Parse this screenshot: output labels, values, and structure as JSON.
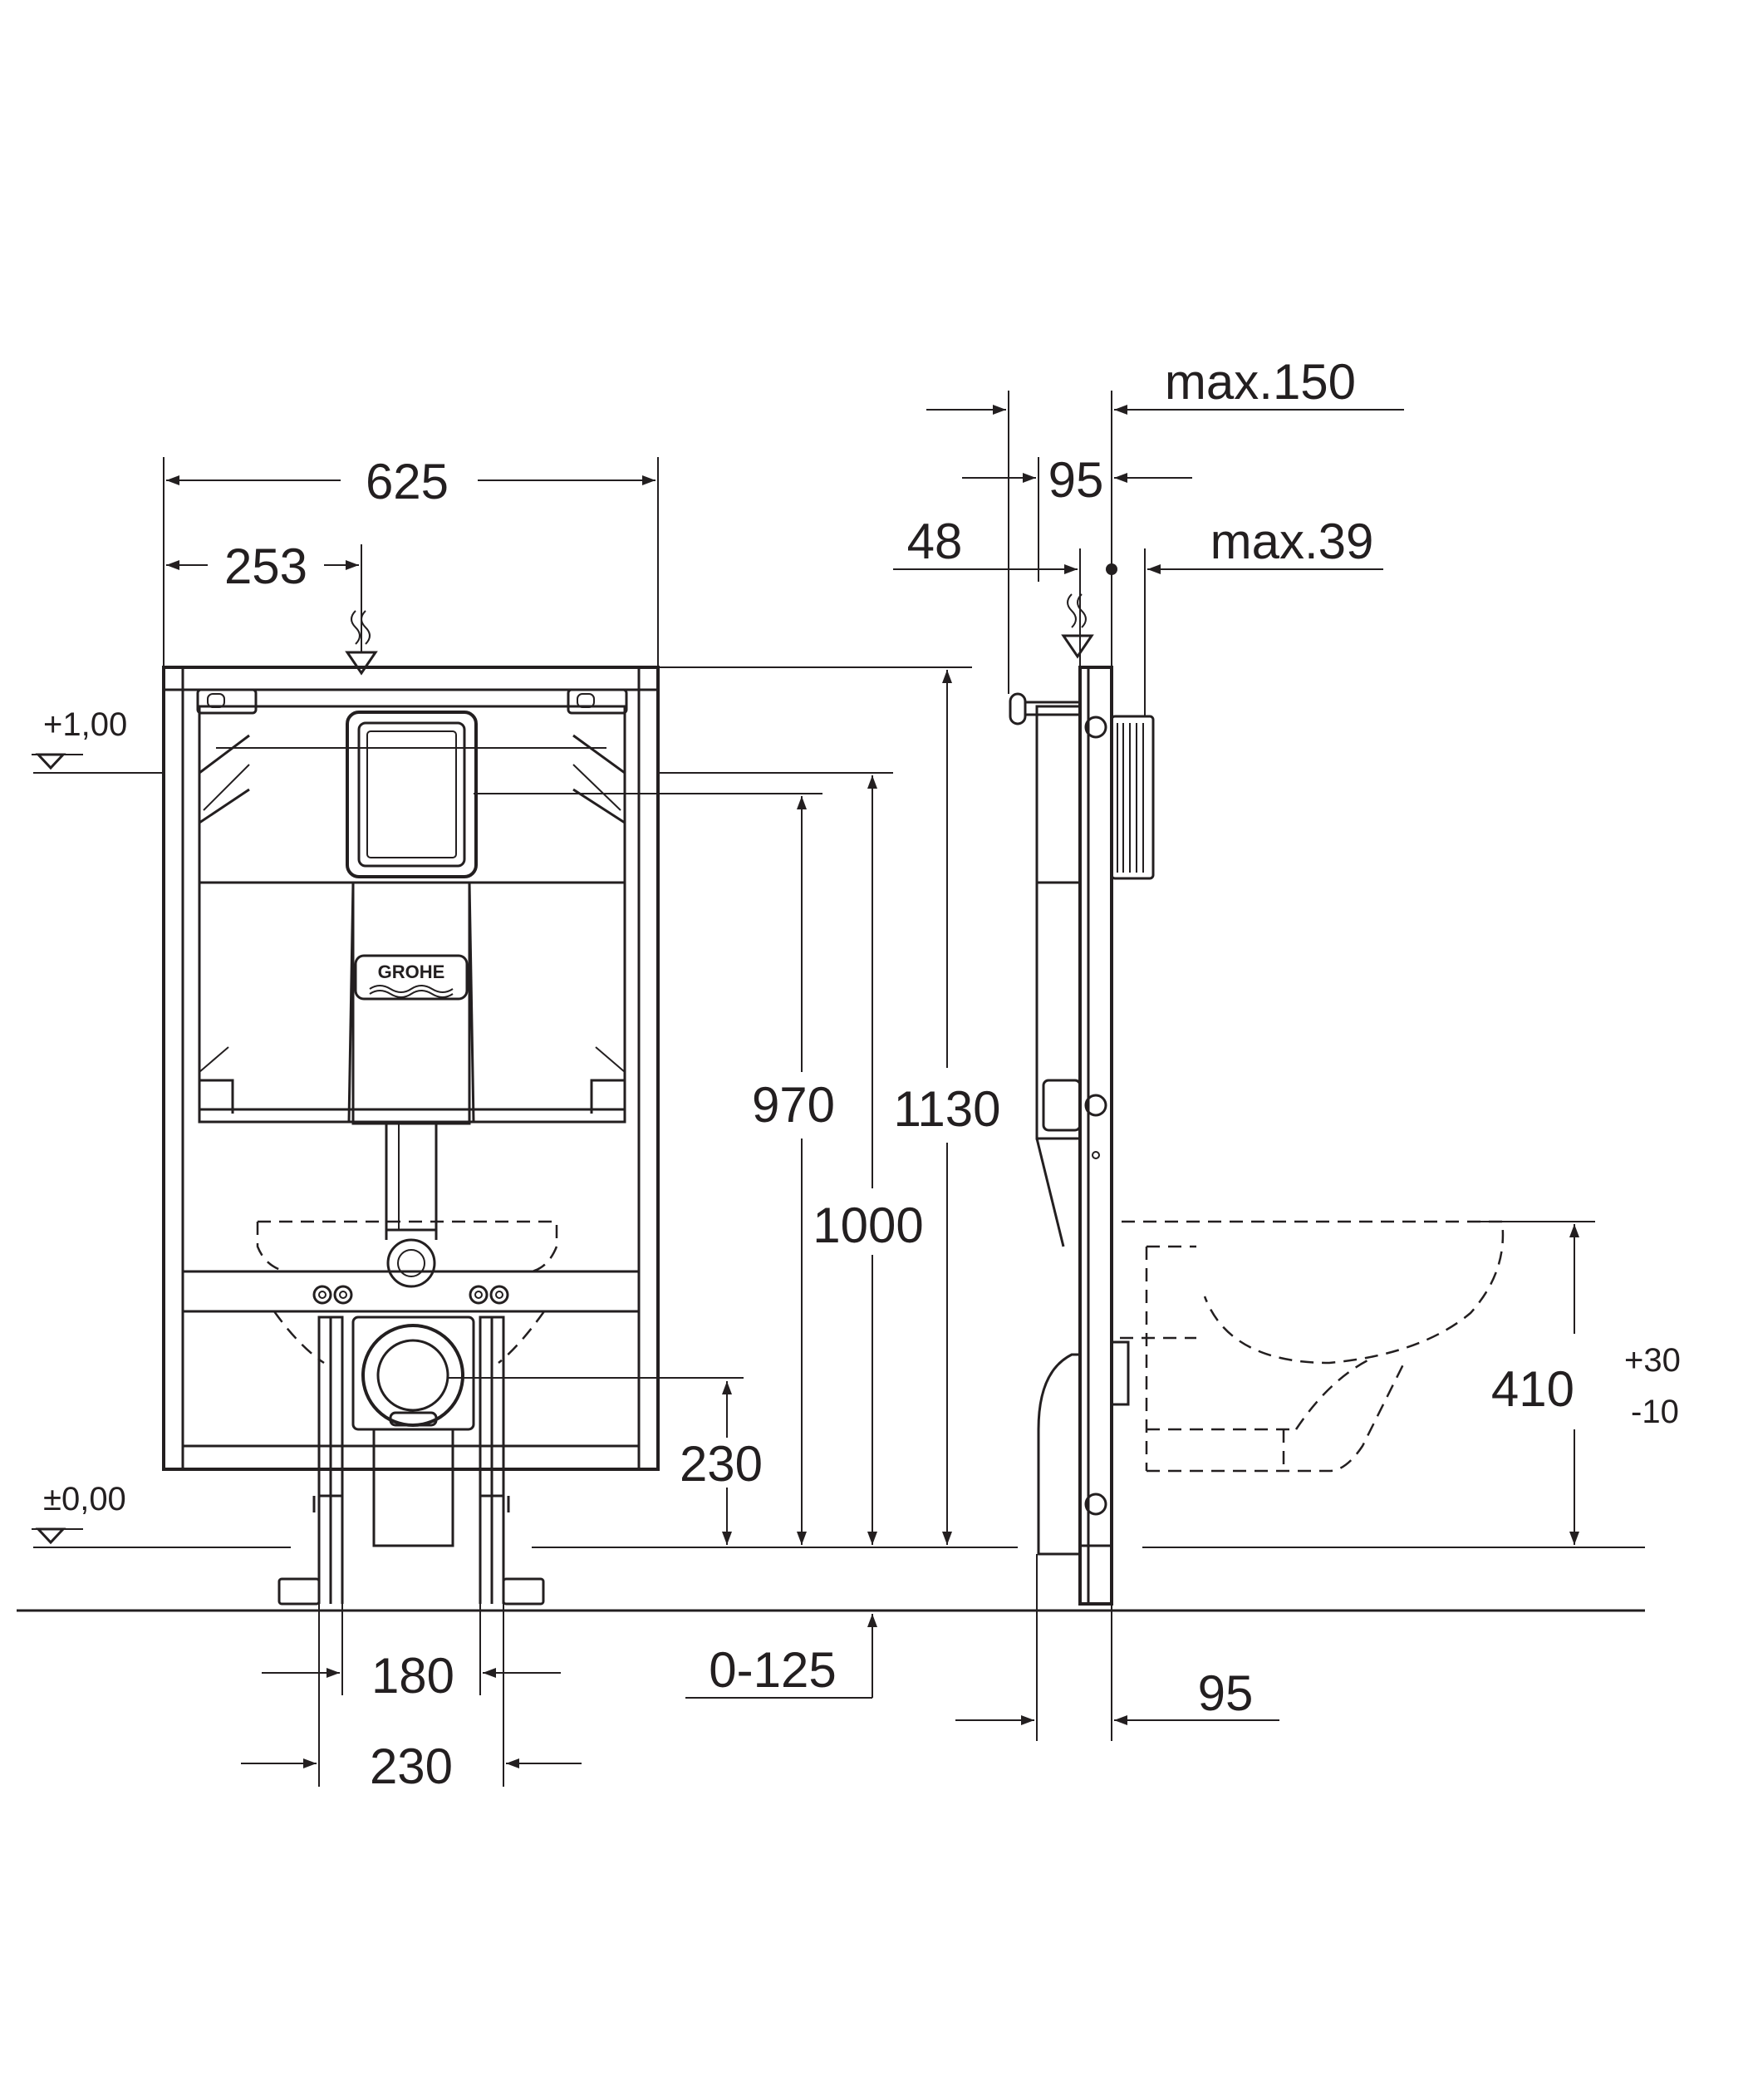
{
  "dimensions": {
    "width_total": "625",
    "offset_center": "253",
    "height_970": "970",
    "height_1000": "1000",
    "height_1130": "1130",
    "outlet_230": "230",
    "feet_inner_180": "180",
    "feet_outer_230": "230",
    "floor_range": "0-125",
    "depth_max150": "max.150",
    "depth_95_top": "95",
    "depth_48": "48",
    "depth_max39": "max.39",
    "depth_95_bottom": "95",
    "bowl_height": "410",
    "bowl_tol_plus": "+30",
    "bowl_tol_minus": "-10"
  },
  "levels": {
    "upper": "+1,00",
    "floor": "±0,00"
  },
  "logo": "GROHE",
  "colors": {
    "line": "#231f20",
    "background": "#ffffff"
  }
}
